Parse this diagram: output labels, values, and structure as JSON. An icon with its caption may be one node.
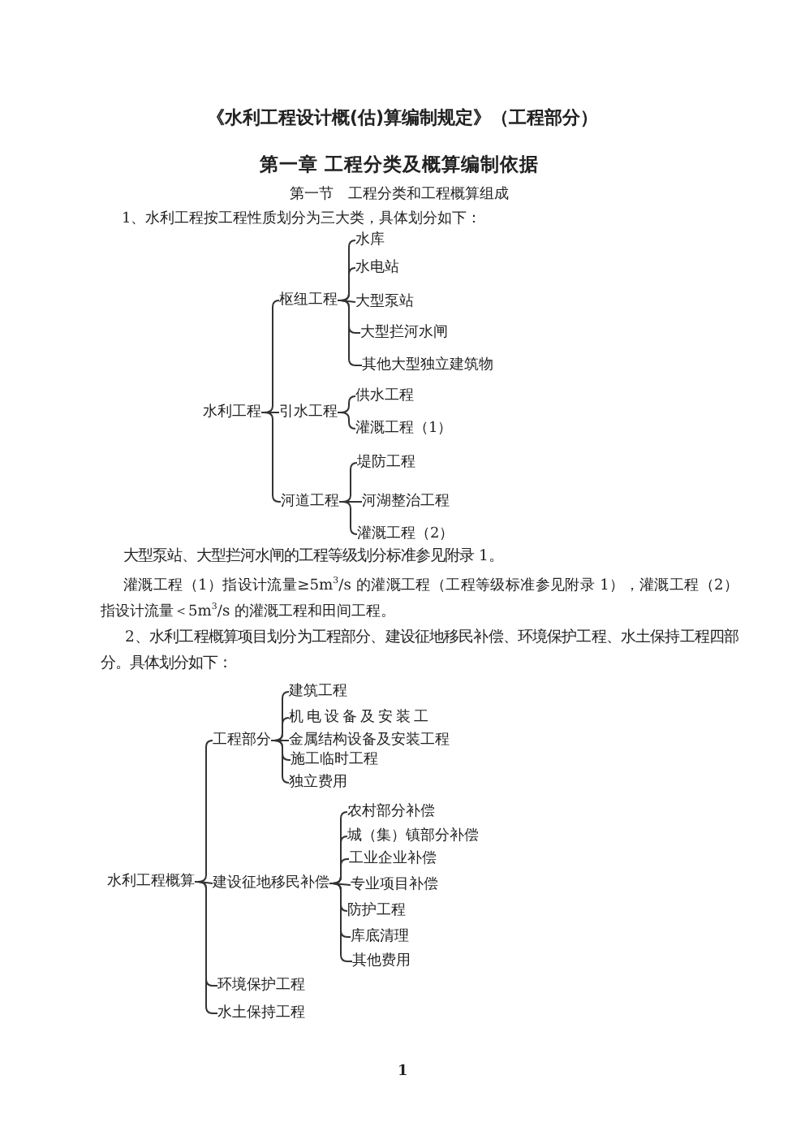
{
  "diagram": {
    "title": "《水利工程设计概(估)算编制规定》（工程部分）",
    "nodes": [
      {
        "text": [
          "水利工程"
        ]
      },
      {
        "text": [
          "枢纽工程"
        ]
      },
      {
        "text": [
          "水库"
        ]
      },
      {
        "text": [
          "水电站"
        ]
      },
      {
        "text": [
          "大型泵站"
        ]
      },
      {
        "text": [
          "大型拦河水闸"
        ]
      },
      {
        "text": [
          "其他大型独立建筑物"
        ]
      },
      {
        "text": [
          "引水工程"
        ]
      },
      {
        "text": [
          "供水工程"
        ]
      },
      {
        "text": [
          "灌溉工程（1）"
        ]
      },
      {
        "text": [
          "河道工程"
        ]
      },
      {
        "text": [
          "堤防工程"
        ]
      },
      {
        "text": [
          "河湖整治工程"
        ]
      },
      {
        "text": [
          "灌溉工程（2）"
        ]
      },
      {
        "text": [
          "水利工程概算"
        ]
      },
      {
        "text": [
          "工程部分"
        ]
      },
      {
        "text": [
          "建筑工程"
        ]
      },
      {
        "text": [
          "机电设备及安装工"
        ]
      },
      {
        "text": [
          "金属结构设备及安装工程"
        ]
      },
      {
        "text": [
          "施工临时工程"
        ]
      },
      {
        "text": [
          "独立费用"
        ]
      },
      {
        "text": [
          "建设征地移民补偿"
        ]
      },
      {
        "text": [
          "农村部分补偿"
        ]
      },
      {
        "text": [
          "城（集）镇部分补偿"
        ]
      },
      {
        "text": [
          "工业企业补偿"
        ]
      },
      {
        "text": [
          "专业项目补偿"
        ]
      },
      {
        "text": [
          "防护工程"
        ]
      },
      {
        "text": [
          "库底清理"
        ]
      },
      {
        "text": [
          "其他费用"
        ]
      },
      {
        "text": [
          "环境保护工程"
        ]
      },
      {
        "text": [
          "水土保持工程"
        ]
      }
    ],
    "edges": [
      {
        "from": 0,
        "to": 1,
        "arrow": "none"
      },
      {
        "from": 0,
        "to": 7,
        "arrow": "none"
      },
      {
        "from": 0,
        "to": 10,
        "arrow": "none"
      },
      {
        "from": 1,
        "to": 2,
        "arrow": "none"
      },
      {
        "from": 1,
        "to": 3,
        "arrow": "none"
      },
      {
        "from": 1,
        "to": 4,
        "arrow": "none"
      },
      {
        "from": 1,
        "to": 5,
        "arrow": "none"
      },
      {
        "from": 1,
        "to": 6,
        "arrow": "none"
      },
      {
        "from": 7,
        "to": 8,
        "arrow": "none"
      },
      {
        "from": 7,
        "to": 9,
        "arrow": "none"
      },
      {
        "from": 10,
        "to": 11,
        "arrow": "none"
      },
      {
        "from": 10,
        "to": 12,
        "arrow": "none"
      },
      {
        "from": 10,
        "to": 13,
        "arrow": "none"
      },
      {
        "from": 14,
        "to": 15,
        "arrow": "none"
      },
      {
        "from": 14,
        "to": 21,
        "arrow": "none"
      },
      {
        "from": 14,
        "to": 29,
        "arrow": "none"
      },
      {
        "from": 14,
        "to": 30,
        "arrow": "none"
      },
      {
        "from": 15,
        "to": 16,
        "arrow": "none"
      },
      {
        "from": 15,
        "to": 17,
        "arrow": "none"
      },
      {
        "from": 15,
        "to": 18,
        "arrow": "none"
      },
      {
        "from": 15,
        "to": 19,
        "arrow": "none"
      },
      {
        "from": 15,
        "to": 20,
        "arrow": "none"
      },
      {
        "from": 21,
        "to": 22,
        "arrow": "none"
      },
      {
        "from": 21,
        "to": 23,
        "arrow": "none"
      },
      {
        "from": 21,
        "to": 24,
        "arrow": "none"
      },
      {
        "from": 21,
        "to": 25,
        "arrow": "none"
      },
      {
        "from": 21,
        "to": 26,
        "arrow": "none"
      },
      {
        "from": 21,
        "to": 27,
        "arrow": "none"
      },
      {
        "from": 21,
        "to": 28,
        "arrow": "none"
      }
    ],
    "labels": [
      "第一章 工程分类及概算编制依据",
      "第一节　工程分类和工程概算组成",
      "1、水利工程按工程性质划分为三大类，具体划分如下：",
      "大型泵站、大型拦河水闸的工程等级划分标准参见附录 1。",
      "灌溉工程（1）指设计流量≥5m$^{3}$/s 的灌溉工程（工程等级标准参见附录 1），灌溉工程（2）指设计流量＜5m$^{3}$/s 的灌溉工程和田间工程。",
      "2、水利工程概算项目划分为工程部分、建设征地移民补偿、环境保护工程、水土保持工程四部分。具体划分如下：",
      "1"
    ]
  }
}
